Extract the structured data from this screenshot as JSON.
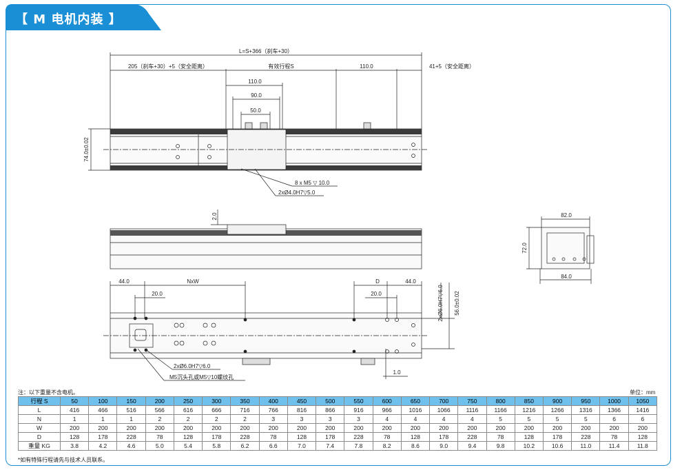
{
  "header": {
    "title": "【 M  电机内装 】",
    "accent_color": "#1b8fd6"
  },
  "top_view": {
    "overall_length": "L=S+366（刹车+30）",
    "left_segment": "205（刹车+30）+5（安全距离）",
    "stroke": "有效行程S",
    "carriage_span": "110.0",
    "right_segment": "41+5（安全距离）",
    "hole_span_1": "110.0",
    "hole_span_2": "90.0",
    "hole_span_3": "50.0",
    "height": "74.0±0.02",
    "callout_threads": "8 x  M5 ▽ 10.0",
    "callout_pins": "2xØ4.0H7▽5.0"
  },
  "side_view": {
    "offset": "2.0"
  },
  "end_view": {
    "width_top": "82.0",
    "height": "72.0",
    "width_bottom": "84.0"
  },
  "bottom_view": {
    "left_offset": "44.0",
    "pitch": "NxW",
    "pin_offset_left": "20.0",
    "d_label": "D",
    "right_offset": "44.0",
    "pin_offset_right": "20.0",
    "pin_spec": "2xØ6.0H7▽6.0",
    "base_height": "56.0±0.02",
    "pin_spec_vertical": "2xØ6.0H7▽6.0",
    "callout_pins": "2xØ6.0H7▽6.0",
    "callout_holes": "M5沉头孔或M5▽10螺纹孔",
    "gap": "1.0"
  },
  "notes": {
    "left": "注：以下重量不含电机。",
    "unit": "单位：mm",
    "footer": "*如有特殊行程请先与技术人员联系。"
  },
  "spec_table": {
    "header_color": "#6fc0ec",
    "rows": [
      {
        "label": "行程 S",
        "values": [
          "50",
          "100",
          "150",
          "200",
          "250",
          "300",
          "350",
          "400",
          "450",
          "500",
          "550",
          "600",
          "650",
          "700",
          "750",
          "800",
          "850",
          "900",
          "950",
          "1000",
          "1050"
        ]
      },
      {
        "label": "L",
        "values": [
          "416",
          "466",
          "516",
          "566",
          "616",
          "666",
          "716",
          "766",
          "816",
          "866",
          "916",
          "966",
          "1016",
          "1066",
          "1116",
          "1166",
          "1216",
          "1266",
          "1316",
          "1366",
          "1416"
        ]
      },
      {
        "label": "N",
        "values": [
          "1",
          "1",
          "1",
          "2",
          "2",
          "2",
          "2",
          "3",
          "3",
          "3",
          "3",
          "4",
          "4",
          "4",
          "4",
          "5",
          "5",
          "5",
          "5",
          "6",
          "6"
        ]
      },
      {
        "label": "W",
        "values": [
          "200",
          "200",
          "200",
          "200",
          "200",
          "200",
          "200",
          "200",
          "200",
          "200",
          "200",
          "200",
          "200",
          "200",
          "200",
          "200",
          "200",
          "200",
          "200",
          "200",
          "200"
        ]
      },
      {
        "label": "D",
        "values": [
          "128",
          "178",
          "228",
          "78",
          "128",
          "178",
          "228",
          "78",
          "128",
          "178",
          "228",
          "78",
          "128",
          "178",
          "228",
          "78",
          "128",
          "178",
          "228",
          "78",
          "128"
        ]
      },
      {
        "label": "重量 KG",
        "values": [
          "3.8",
          "4.2",
          "4.6",
          "5.0",
          "5.4",
          "5.8",
          "6.2",
          "6.6",
          "7.0",
          "7.4",
          "7.8",
          "8.2",
          "8.6",
          "9.0",
          "9.4",
          "9.8",
          "10.2",
          "10.6",
          "11.0",
          "11.4",
          "11.8"
        ]
      }
    ]
  }
}
